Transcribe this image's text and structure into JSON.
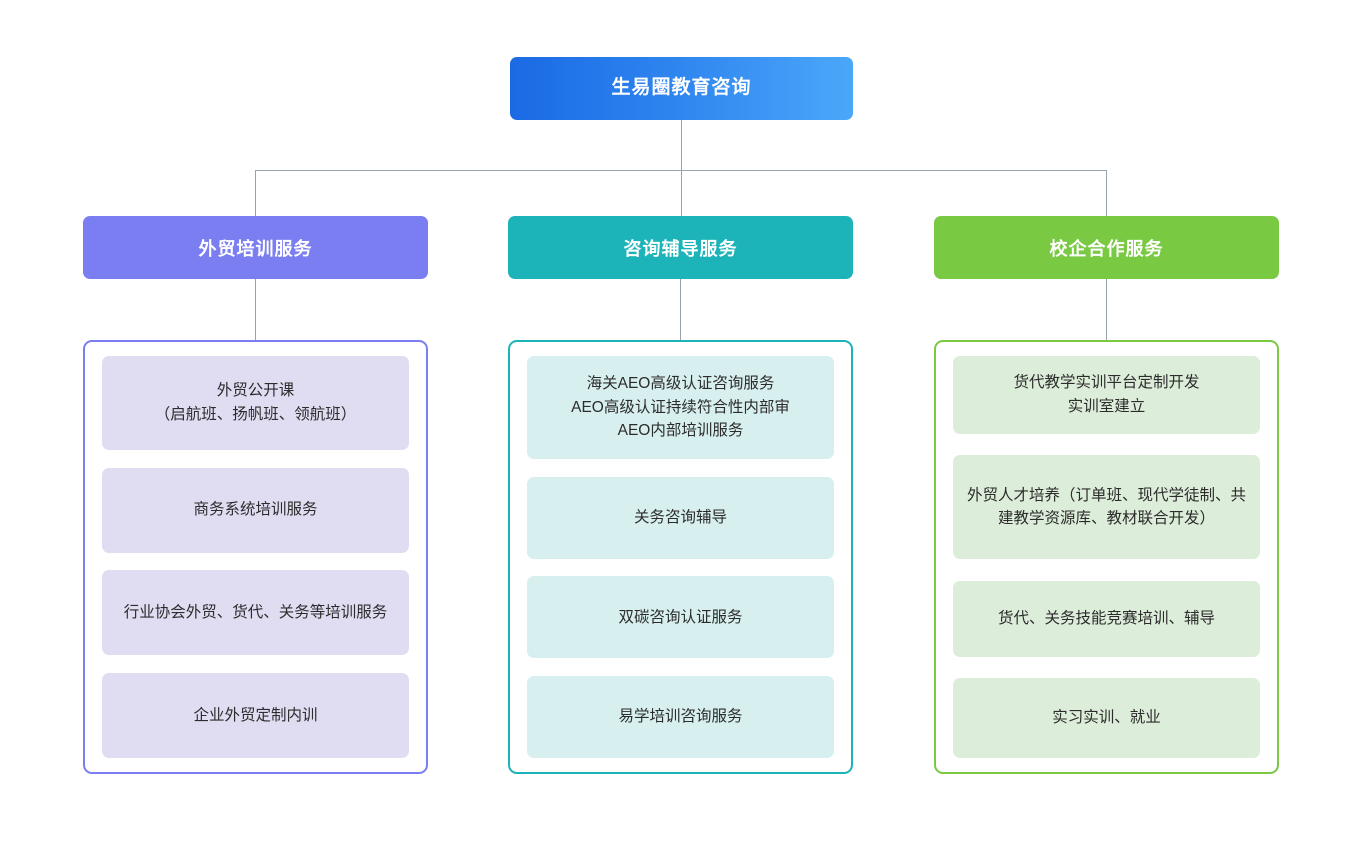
{
  "diagram": {
    "type": "organization-tree",
    "root": {
      "label": "生易圈教育咨询",
      "color_start": "#1a6ae4",
      "color_end": "#4ba7f9"
    },
    "branches": [
      {
        "header": "外贸培训服务",
        "accent": "#7b7ef0",
        "card_fill": "#e0ddf3",
        "items": [
          "外贸公开课\n（启航班、扬帆班、领航班）",
          "商务系统培训服务",
          "行业协会外贸、货代、关务等培训服务",
          "企业外贸定制内训"
        ]
      },
      {
        "header": "咨询辅导服务",
        "accent": "#1cb4b8",
        "card_fill": "#d8efef",
        "items": [
          "海关AEO高级认证咨询服务\nAEO高级认证持续符合性内部审\nAEO内部培训服务",
          "关务咨询辅导",
          "双碳咨询认证服务",
          "易学培训咨询服务"
        ]
      },
      {
        "header": "校企合作服务",
        "accent": "#7ac943",
        "card_fill": "#dcedd9",
        "items": [
          "货代教学实训平台定制开发\n实训室建立",
          "外贸人才培养（订单班、现代学徒制、共建教学资源库、教材联合开发）",
          "货代、关务技能竞赛培训、辅导",
          "实习实训、就业"
        ]
      }
    ],
    "connector_color": "#97a3ad"
  }
}
